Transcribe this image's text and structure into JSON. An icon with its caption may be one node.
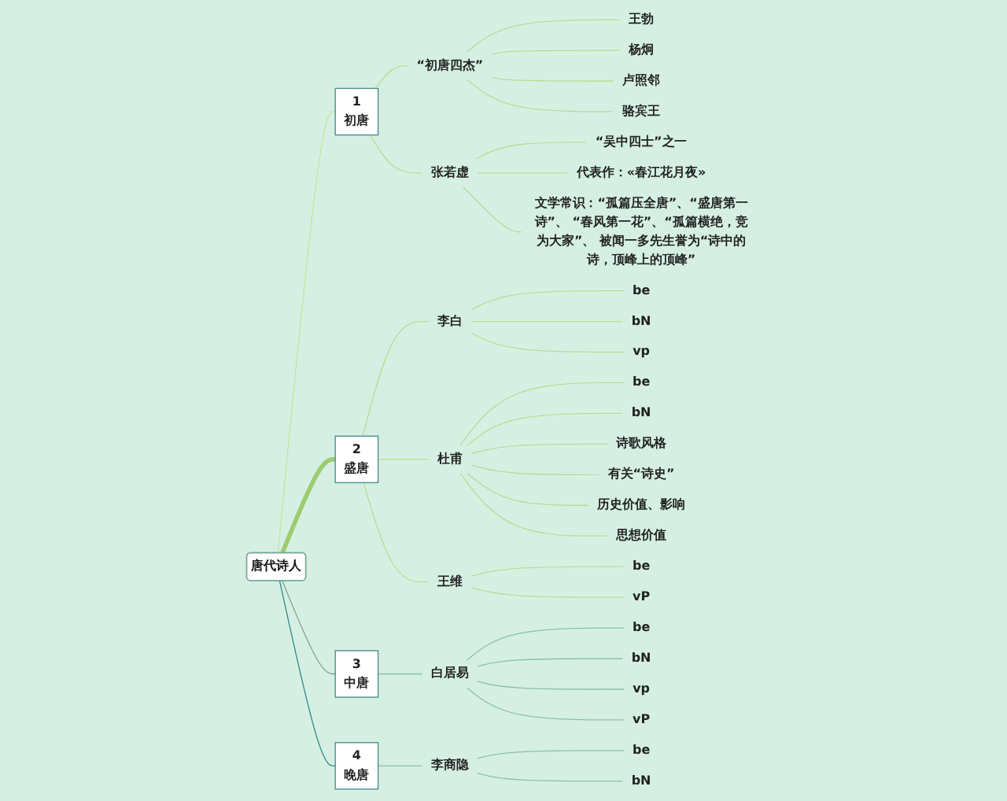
{
  "diagram": {
    "nodes": [
      {
        "text": [
          "唐代诗人"
        ]
      },
      {
        "text": [
          "1",
          "初唐"
        ]
      },
      {
        "text": [
          "“初唐四杰”"
        ]
      },
      {
        "text": [
          "王勃"
        ]
      },
      {
        "text": [
          "杨炯"
        ]
      },
      {
        "text": [
          "卢照邻"
        ]
      },
      {
        "text": [
          "骆宾王"
        ]
      },
      {
        "text": [
          "张若虚"
        ]
      },
      {
        "text": [
          "“吴中四士”之一"
        ]
      },
      {
        "text": [
          "代表作：«春江花月夜»"
        ]
      },
      {
        "text": [
          "文学常识：“孤篇压全唐”、“盛唐第一诗”、 “春风第一花”、“孤篇横绝，竞为大家”、 被闻一多先生誉为“诗中的诗，顶峰上的顶峰”"
        ]
      },
      {
        "text": [
          "2",
          "盛唐"
        ]
      },
      {
        "text": [
          "李白"
        ]
      },
      {
        "text": [
          "be"
        ]
      },
      {
        "text": [
          "bN"
        ]
      },
      {
        "text": [
          "vp"
        ]
      },
      {
        "text": [
          "杜甫"
        ]
      },
      {
        "text": [
          "be"
        ]
      },
      {
        "text": [
          "bN"
        ]
      },
      {
        "text": [
          "诗歌风格"
        ]
      },
      {
        "text": [
          "有关“诗史”"
        ]
      },
      {
        "text": [
          "历史价值、影响"
        ]
      },
      {
        "text": [
          "思想价值"
        ]
      },
      {
        "text": [
          "王维"
        ]
      },
      {
        "text": [
          "be"
        ]
      },
      {
        "text": [
          "vP"
        ]
      },
      {
        "text": [
          "3",
          "中唐"
        ]
      },
      {
        "text": [
          "白居易"
        ]
      },
      {
        "text": [
          "be"
        ]
      },
      {
        "text": [
          "bN"
        ]
      },
      {
        "text": [
          "vp"
        ]
      },
      {
        "text": [
          "vP"
        ]
      },
      {
        "text": [
          "4",
          "晚唐"
        ]
      },
      {
        "text": [
          "李商隐"
        ]
      },
      {
        "text": [
          "be"
        ]
      },
      {
        "text": [
          "bN"
        ]
      }
    ],
    "edges": [
      {
        "from": 0,
        "to": 1,
        "arrow": "none",
        "color": "#c8e49c"
      },
      {
        "from": 1,
        "to": 2,
        "arrow": "none"
      },
      {
        "from": 2,
        "to": 3,
        "arrow": "none"
      },
      {
        "from": 2,
        "to": 4,
        "arrow": "none"
      },
      {
        "from": 2,
        "to": 5,
        "arrow": "none"
      },
      {
        "from": 2,
        "to": 6,
        "arrow": "none"
      },
      {
        "from": 1,
        "to": 7,
        "arrow": "none"
      },
      {
        "from": 7,
        "to": 8,
        "arrow": "none"
      },
      {
        "from": 7,
        "to": 9,
        "arrow": "none"
      },
      {
        "from": 7,
        "to": 10,
        "arrow": "none"
      },
      {
        "from": 0,
        "to": 11,
        "arrow": "none",
        "style": "thick",
        "color": "#9ccc6f"
      },
      {
        "from": 11,
        "to": 12,
        "arrow": "none"
      },
      {
        "from": 12,
        "to": 13,
        "arrow": "none"
      },
      {
        "from": 12,
        "to": 14,
        "arrow": "none"
      },
      {
        "from": 12,
        "to": 15,
        "arrow": "none"
      },
      {
        "from": 11,
        "to": 16,
        "arrow": "none"
      },
      {
        "from": 16,
        "to": 17,
        "arrow": "none"
      },
      {
        "from": 16,
        "to": 18,
        "arrow": "none"
      },
      {
        "from": 16,
        "to": 19,
        "arrow": "none"
      },
      {
        "from": 16,
        "to": 20,
        "arrow": "none"
      },
      {
        "from": 16,
        "to": 21,
        "arrow": "none"
      },
      {
        "from": 16,
        "to": 22,
        "arrow": "none"
      },
      {
        "from": 11,
        "to": 23,
        "arrow": "none"
      },
      {
        "from": 23,
        "to": 24,
        "arrow": "none"
      },
      {
        "from": 23,
        "to": 25,
        "arrow": "none"
      },
      {
        "from": 0,
        "to": 26,
        "arrow": "none",
        "color": "#7fa88a"
      },
      {
        "from": 26,
        "to": 27,
        "arrow": "none",
        "color": "#8fbcb0"
      },
      {
        "from": 27,
        "to": 28,
        "arrow": "none",
        "color": "#8fbcb0"
      },
      {
        "from": 27,
        "to": 29,
        "arrow": "none",
        "color": "#8fbcb0"
      },
      {
        "from": 27,
        "to": 30,
        "arrow": "none",
        "color": "#8fbcb0"
      },
      {
        "from": 27,
        "to": 31,
        "arrow": "none",
        "color": "#8fbcb0"
      },
      {
        "from": 0,
        "to": 32,
        "arrow": "none",
        "color": "#2e8b85"
      },
      {
        "from": 32,
        "to": 33,
        "arrow": "none",
        "color": "#8fbcb0"
      },
      {
        "from": 33,
        "to": 34,
        "arrow": "none",
        "color": "#8fbcb0"
      },
      {
        "from": 33,
        "to": 35,
        "arrow": "none",
        "color": "#8fbcb0"
      }
    ]
  }
}
